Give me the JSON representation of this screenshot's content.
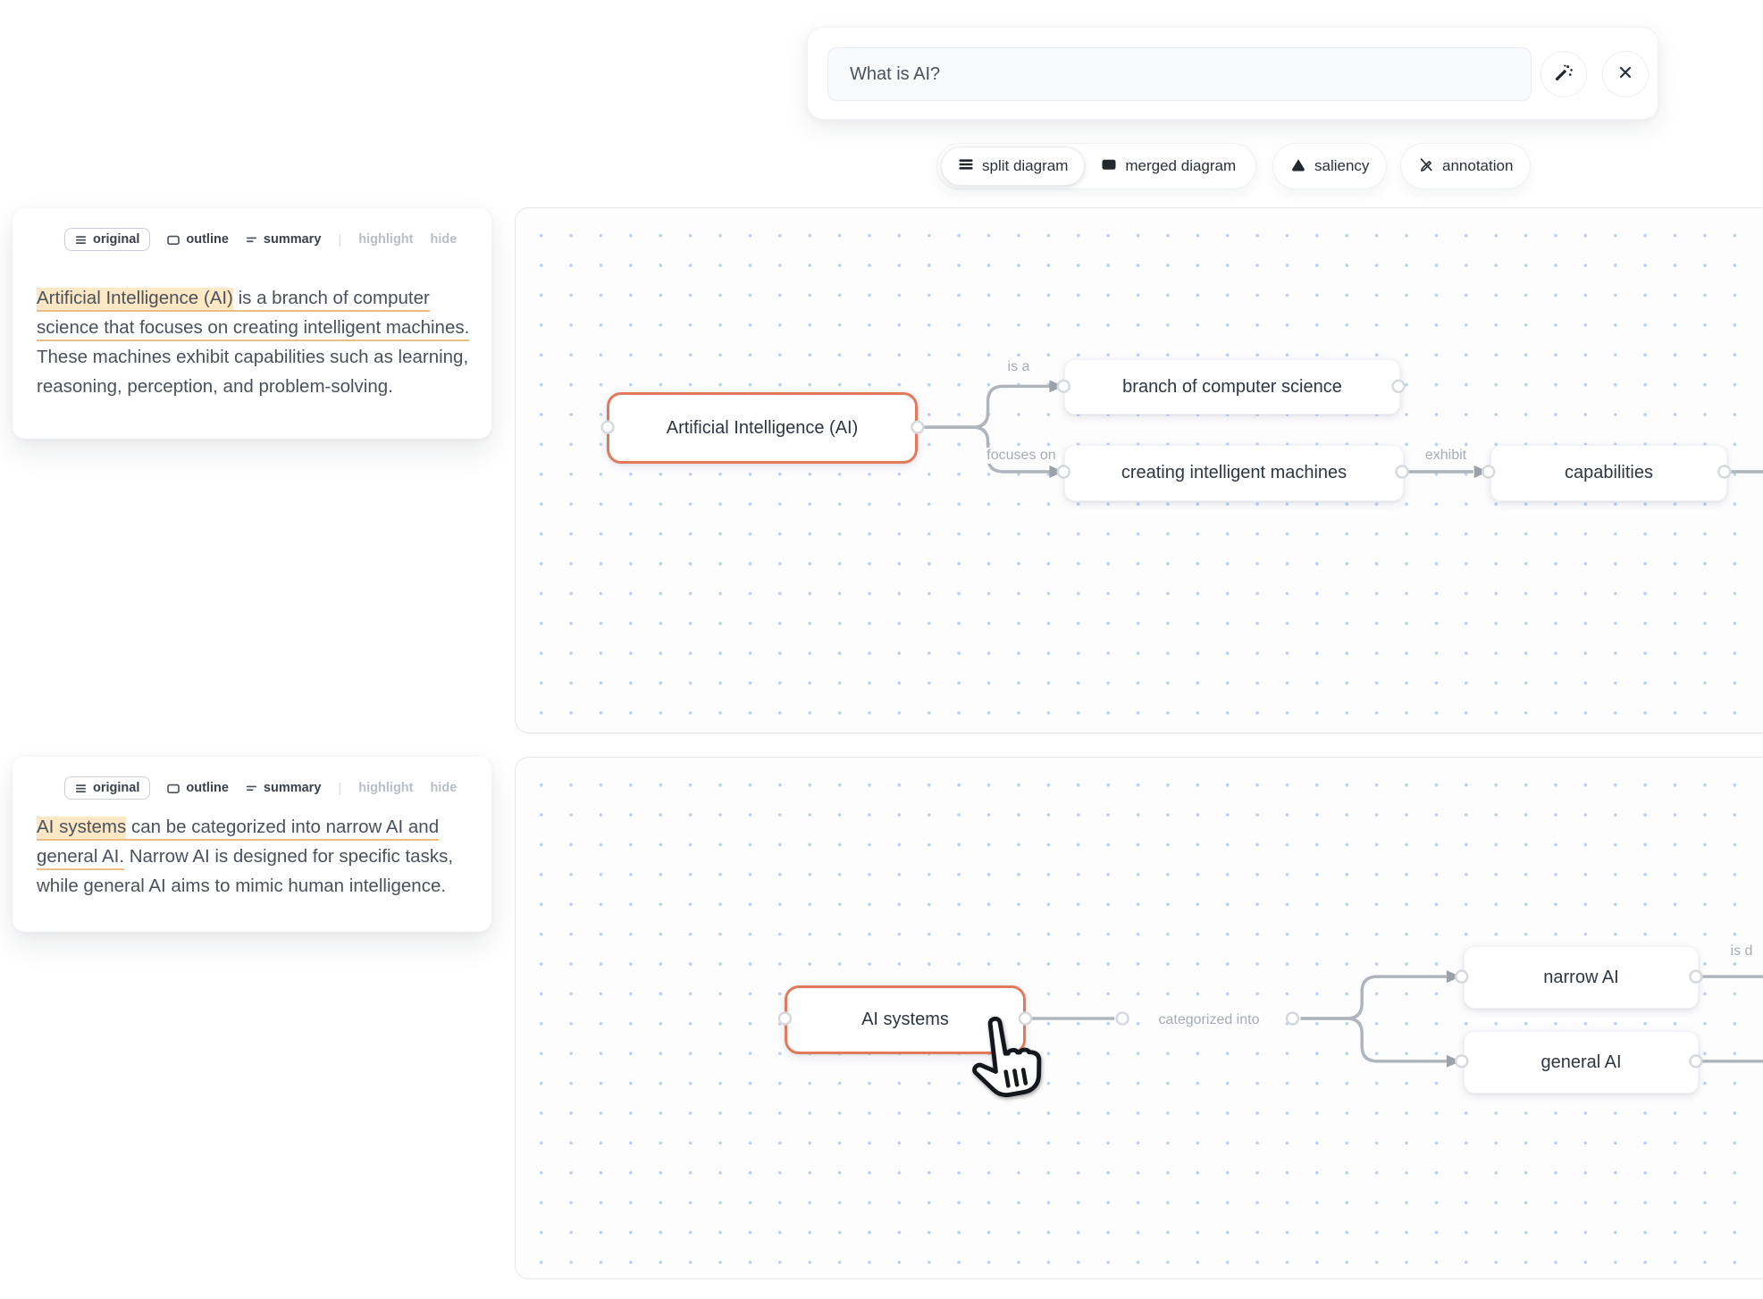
{
  "theme": {
    "accent_orange": "#E2795B",
    "highlight_bg": "#FCE8C5",
    "underline": "#EABF85",
    "edge_gray": "#B0B5BC",
    "dot_blue": "#BCCFEF"
  },
  "query_bar": {
    "value": "What is AI?"
  },
  "toolbar": {
    "buttons": [
      {
        "label": "split diagram",
        "icon": "split-lines-icon",
        "active": true
      },
      {
        "label": "merged diagram",
        "icon": "filled-square-icon",
        "active": false
      },
      {
        "label": "saliency",
        "icon": "triangle-icon",
        "active": false
      },
      {
        "label": "annotation",
        "icon": "slashed-pen-icon",
        "active": false
      }
    ]
  },
  "panels": [
    {
      "tabs": [
        {
          "label": "original"
        },
        {
          "label": "outline"
        },
        {
          "label": "summary"
        },
        {
          "label": "highlight"
        },
        {
          "label": "hide"
        }
      ],
      "divider": "|",
      "text": {
        "highlighted": "Artificial Intelligence (AI)",
        "underlined": " is a branch of computer science that focuses on creating intelligent machines.",
        "plain": " These machines exhibit capabilities such as learning, reasoning, perception, and problem-solving."
      }
    },
    {
      "tabs": [
        {
          "label": "original"
        },
        {
          "label": "outline"
        },
        {
          "label": "summary"
        },
        {
          "label": "highlight"
        },
        {
          "label": "hide"
        }
      ],
      "divider": "|",
      "text": {
        "highlighted": "AI systems",
        "underlined": " can be categorized into narrow AI and general AI.",
        "plain": " Narrow AI is designed for specific tasks, while general AI aims to mimic human intelligence."
      }
    }
  ],
  "diagrams": [
    {
      "nodes": [
        {
          "label": "Artificial Intelligence (AI)",
          "emphasized": true
        },
        {
          "label": "branch of computer science",
          "emphasized": false
        },
        {
          "label": "creating intelligent machines",
          "emphasized": false
        },
        {
          "label": "capabilities",
          "emphasized": false
        }
      ],
      "edge_labels": [
        "is a",
        "focuses on",
        "exhibit"
      ]
    },
    {
      "nodes": [
        {
          "label": "AI systems",
          "emphasized": true
        },
        {
          "label": "narrow AI",
          "emphasized": false
        },
        {
          "label": "general AI",
          "emphasized": false
        }
      ],
      "edge_labels": [
        "categorized into"
      ],
      "clipped_edge_label": "is d"
    }
  ]
}
